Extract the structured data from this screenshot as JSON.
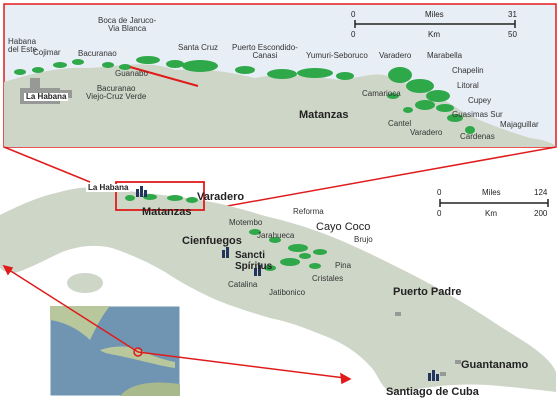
{
  "inset": {
    "scale": {
      "unit_top": "Miles",
      "unit_bottom": "Km",
      "top_left": "0",
      "top_right": "31",
      "bottom_left": "0",
      "bottom_right": "50"
    },
    "labels": {
      "habana_del_este": "Habana\ndel Este",
      "cojimar": "Cojimar",
      "boca_de_jaruco": "Boca de Jaruco-\nVia Blanca",
      "bacuranao": "Bacuranao",
      "santa_cruz": "Santa Cruz",
      "puerto_escondido": "Puerto Escondido-\nCanasi",
      "yumuri": "Yumuri-Seboruco",
      "varadero": "Varadero",
      "marabella": "Marabella",
      "chapelin": "Chapelin",
      "guanabo": "Guanabo",
      "la_habana": "La Habana",
      "bacuranao_vcv": "Bacuranao\nViejo-Cruz Verde",
      "matanzas": "Matanzas",
      "camarioca": "Camarioca",
      "litoral": "Litoral",
      "cupey": "Cupey",
      "guasimas_sur": "Guasimas Sur",
      "majaguillar": "Majaguillar",
      "cantel": "Cantel",
      "varadero2": "Varadero",
      "cardenas": "Cardenas"
    }
  },
  "main": {
    "scale": {
      "unit_top": "Miles",
      "unit_bottom": "Km",
      "top_left": "0",
      "top_right": "124",
      "bottom_left": "0",
      "bottom_right": "200"
    },
    "labels": {
      "la_habana": "La Habana",
      "varadero": "Varadero",
      "matanzas": "Matanzas",
      "reforma": "Reforma",
      "motembo": "Motembo",
      "cayo_coco": "Cayo Coco",
      "jarahueca": "Jarahueca",
      "cienfuegos": "Cienfuegos",
      "brujo": "Brujo",
      "sancti_spiritus": "Sancti\nSpíritus",
      "pina": "Pina",
      "cristales": "Cristales",
      "catalina": "Catalina",
      "jatibonico": "Jatibonico",
      "puerto_padre": "Puerto Padre",
      "guantanamo": "Guantanamo",
      "santiago": "Santiago de Cuba"
    }
  },
  "colors": {
    "land": "#ced6c8",
    "sea_inset": "#e8eef6",
    "field": "#2fa84a",
    "highlight": "#e01b1b",
    "refinery": "#22355e"
  }
}
